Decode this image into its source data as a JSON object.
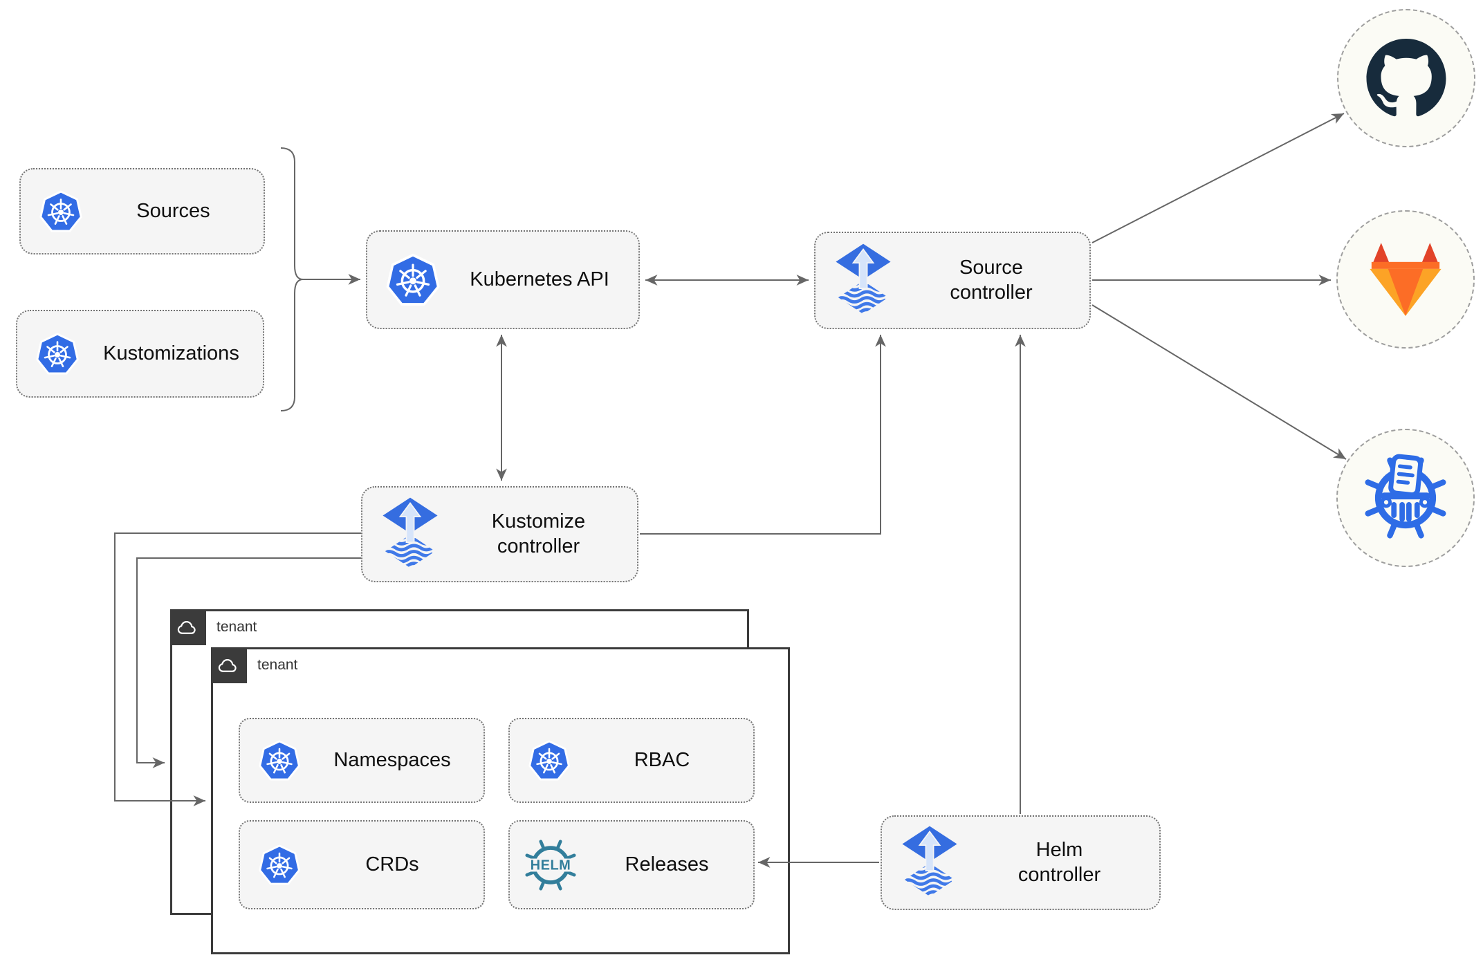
{
  "nodes": {
    "sources": {
      "label": "Sources"
    },
    "kustomizations": {
      "label": "Kustomizations"
    },
    "kubernetes_api": {
      "label": "Kubernetes API"
    },
    "source_controller": {
      "label": "Source controller"
    },
    "kustomize_controller": {
      "label": "Kustomize controller"
    },
    "helm_controller": {
      "label": "Helm controller"
    },
    "tenant_back": {
      "label": "tenant"
    },
    "tenant_front": {
      "label": "tenant"
    },
    "namespaces": {
      "label": "Namespaces"
    },
    "rbac": {
      "label": "RBAC"
    },
    "crds": {
      "label": "CRDs"
    },
    "releases": {
      "label": "Releases",
      "logo_text": "HELM"
    }
  },
  "external_systems": [
    {
      "name": "github",
      "icon": "github-icon"
    },
    {
      "name": "gitlab",
      "icon": "gitlab-icon"
    },
    {
      "name": "chartmuseum",
      "icon": "chartmuseum-icon"
    }
  ],
  "colors": {
    "kubernetes_blue": "#326CE5",
    "flux_blue": "#356DE0",
    "flux_arrow_light": "#D6E4FA",
    "helm_teal": "#327E9B",
    "chartmuseum_blue": "#2E6CE6",
    "github_dark": "#172B3C",
    "gitlab_red": "#E24329",
    "gitlab_orange": "#FC6D26",
    "gitlab_amber": "#FCA326",
    "edge_gray": "#666666",
    "tenant_border": "#3B3B3B",
    "node_fill": "#F5F5F5"
  }
}
